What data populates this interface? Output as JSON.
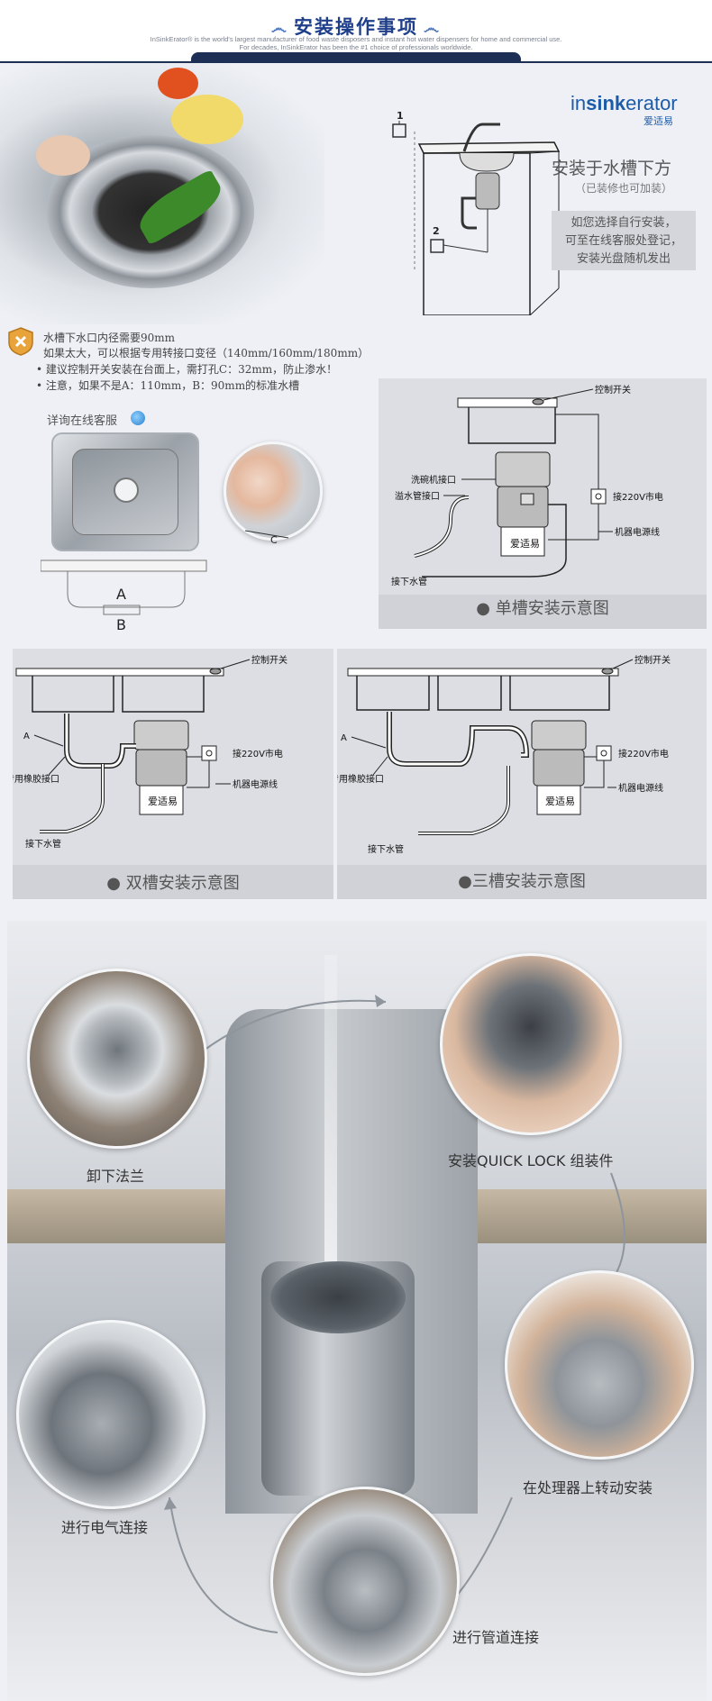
{
  "header": {
    "title": "安装操作事项",
    "sub1": "InSinkErator® is the world's largest manufacturer of food waste disposers and instant hot water dispensers for home and commercial use.",
    "sub2": "For decades, InSinkErator has been the #1 choice of professionals worldwide."
  },
  "logo": {
    "text_in": "in",
    "text_sink": "sink",
    "text_erator": "erator",
    "cn": "爱适易"
  },
  "install": {
    "marker1": "1",
    "marker2": "2",
    "title": "安装于水槽下方",
    "subtitle": "（已装修也可加装）",
    "box": [
      "如您选择自行安装，",
      "可至在线客服处登记，",
      "安装光盘随机发出"
    ]
  },
  "notes": {
    "line1": "水槽下水口内径需要90mm",
    "line2": "如果太大，可以根据专用转接口变径（140mm/160mm/180mm）",
    "line3": "• 建议控制开关安装在台面上，需打孔C：32mm，防止渗水！",
    "line4": "• 注意，如果不是A：110mm，B：90mm的标准水槽",
    "consult": "详询在线客服"
  },
  "sink_labels": {
    "a": "A",
    "b": "B",
    "c": "C"
  },
  "single": {
    "control_switch": "控制开关",
    "dishwasher": "洗碗机接口",
    "overflow": "溢水管接口",
    "power": "接220V市电",
    "power_cord": "机器电源线",
    "brand": "爱适易",
    "drain": "接下水管",
    "caption": "● 单槽安装示意图"
  },
  "double": {
    "control_switch": "控制开关",
    "a": "A",
    "rubber": "专用橡胶接口",
    "power": "接220V市电",
    "power_cord": "机器电源线",
    "brand": "爱适易",
    "drain": "接下水管",
    "caption": "● 双槽安装示意图"
  },
  "triple": {
    "control_switch": "控制开关",
    "a": "A",
    "rubber": "专用橡胶接口",
    "power": "接220V市电",
    "power_cord": "机器电源线",
    "brand": "爱适易",
    "drain": "接下水管",
    "caption": "●三槽安装示意图"
  },
  "steps": {
    "s1": "卸下法兰",
    "s2": "安装QUICK LOCK  组装件",
    "s3": "在处理器上转动安装",
    "s4": "进行电气连接",
    "s5": "进行管道连接"
  },
  "colors": {
    "title": "#1f3f8a",
    "band": "#1e2f55",
    "logo": "#1d5ba8",
    "warn": "#e8a33a"
  }
}
